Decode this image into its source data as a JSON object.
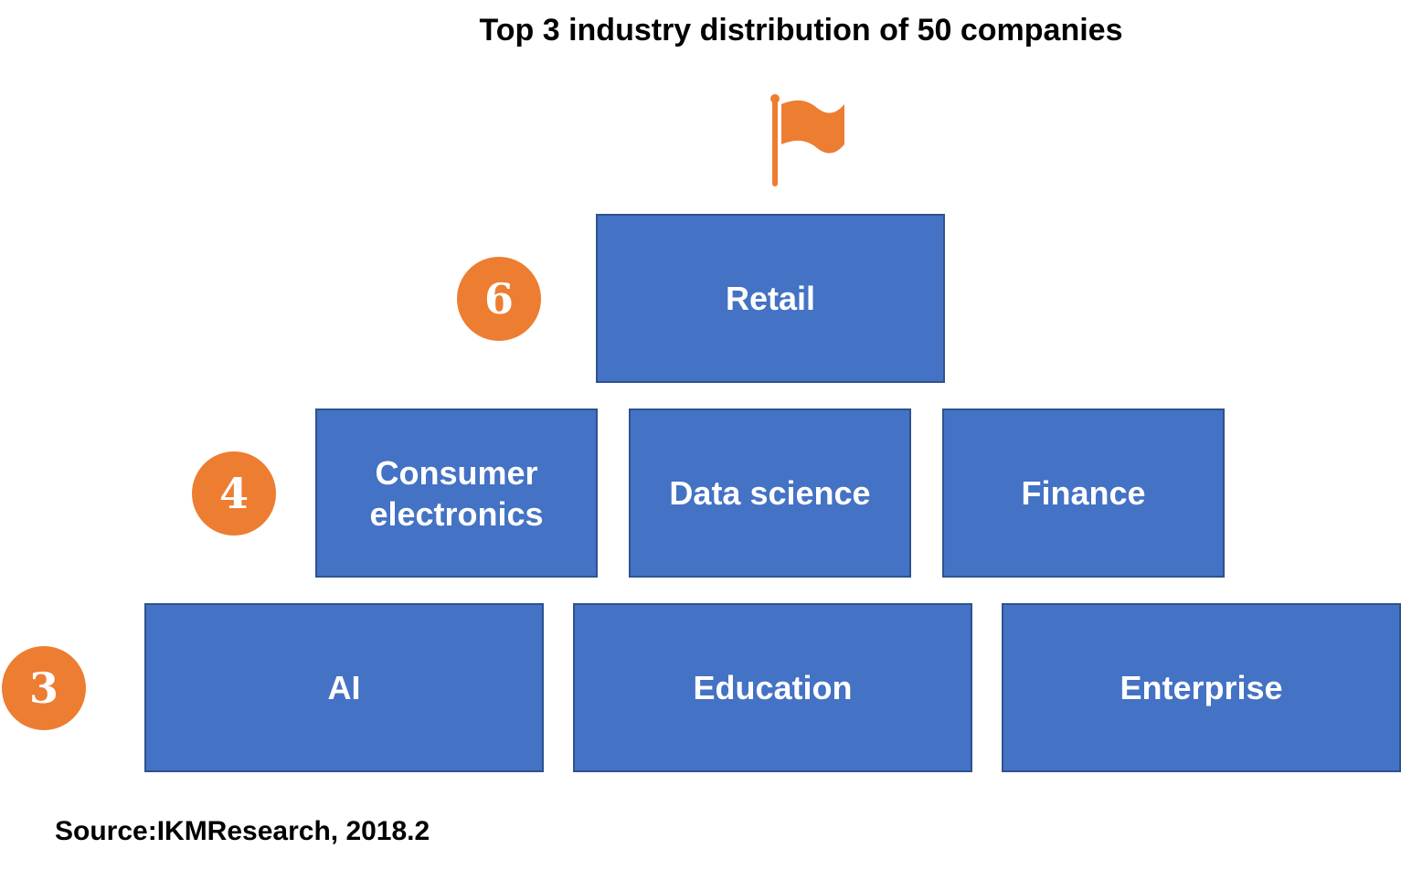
{
  "title": "Top 3 industry distribution of 50 companies",
  "source": "Source:IKMResearch, 2018.2",
  "flag_icon": "flag-icon",
  "colors": {
    "box_fill": "#4472c4",
    "box_border": "#2f528f",
    "badge": "#ed7d31",
    "flag": "#ed7d31"
  },
  "tiers": [
    {
      "count": "6",
      "industries": [
        "Retail"
      ]
    },
    {
      "count": "4",
      "industries": [
        "Consumer electronics",
        "Data science",
        "Finance"
      ]
    },
    {
      "count": "3",
      "industries": [
        "AI",
        "Education",
        "Enterprise"
      ]
    }
  ]
}
